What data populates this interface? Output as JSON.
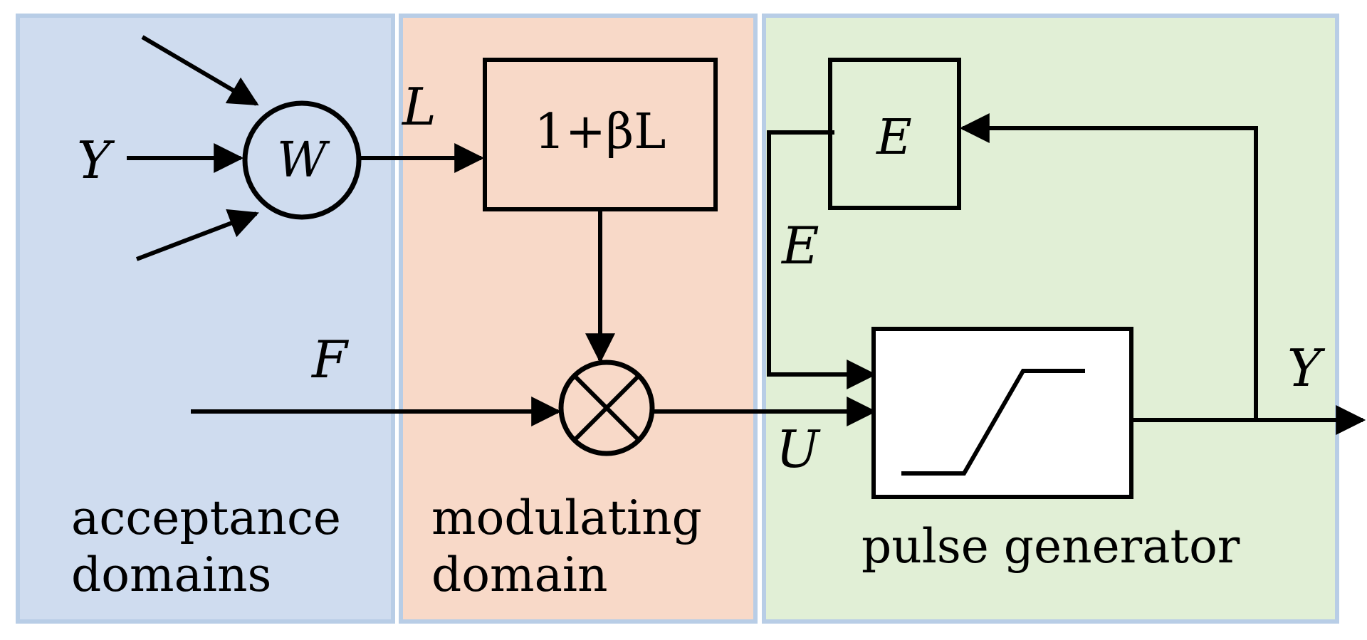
{
  "domains": {
    "acceptance": {
      "label_line1": "acceptance",
      "label_line2": "domains",
      "fill": "#cfdcef"
    },
    "modulating": {
      "label_line1": "modulating",
      "label_line2": "domain",
      "fill": "#f8d9c8"
    },
    "pulse": {
      "label": "pulse generator",
      "fill": "#e1efd6"
    }
  },
  "border_color": "#b8cde6",
  "signals": {
    "Y_in": "Y",
    "L": "L",
    "F": "F",
    "E_fb": "E",
    "U": "U",
    "Y_out": "Y"
  },
  "blocks": {
    "weight_node": "W",
    "gain_block": "1+βL",
    "delay_block": "E"
  }
}
